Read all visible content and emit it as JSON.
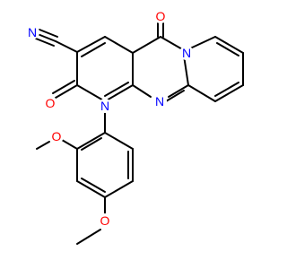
{
  "colors": {
    "background": "#ffffff",
    "bond": "#000000",
    "carbon": "#000000",
    "nitrogen": "#0000ff",
    "oxygen": "#ff0000"
  },
  "atoms": {
    "n_nitrile": {
      "symbol": "N",
      "color": "#0000ff"
    },
    "o_pyridinone": {
      "symbol": "O",
      "color": "#ff0000"
    },
    "n_ring": {
      "symbol": "N",
      "color": "#0000ff"
    },
    "n_imine": {
      "symbol": "N",
      "color": "#0000ff"
    },
    "n_bridge": {
      "symbol": "N",
      "color": "#0000ff"
    },
    "o_top": {
      "symbol": "O",
      "color": "#ff0000"
    },
    "o_methoxy_upper": {
      "symbol": "O",
      "color": "#ff0000"
    },
    "o_methoxy_lower": {
      "symbol": "O",
      "color": "#ff0000"
    }
  }
}
